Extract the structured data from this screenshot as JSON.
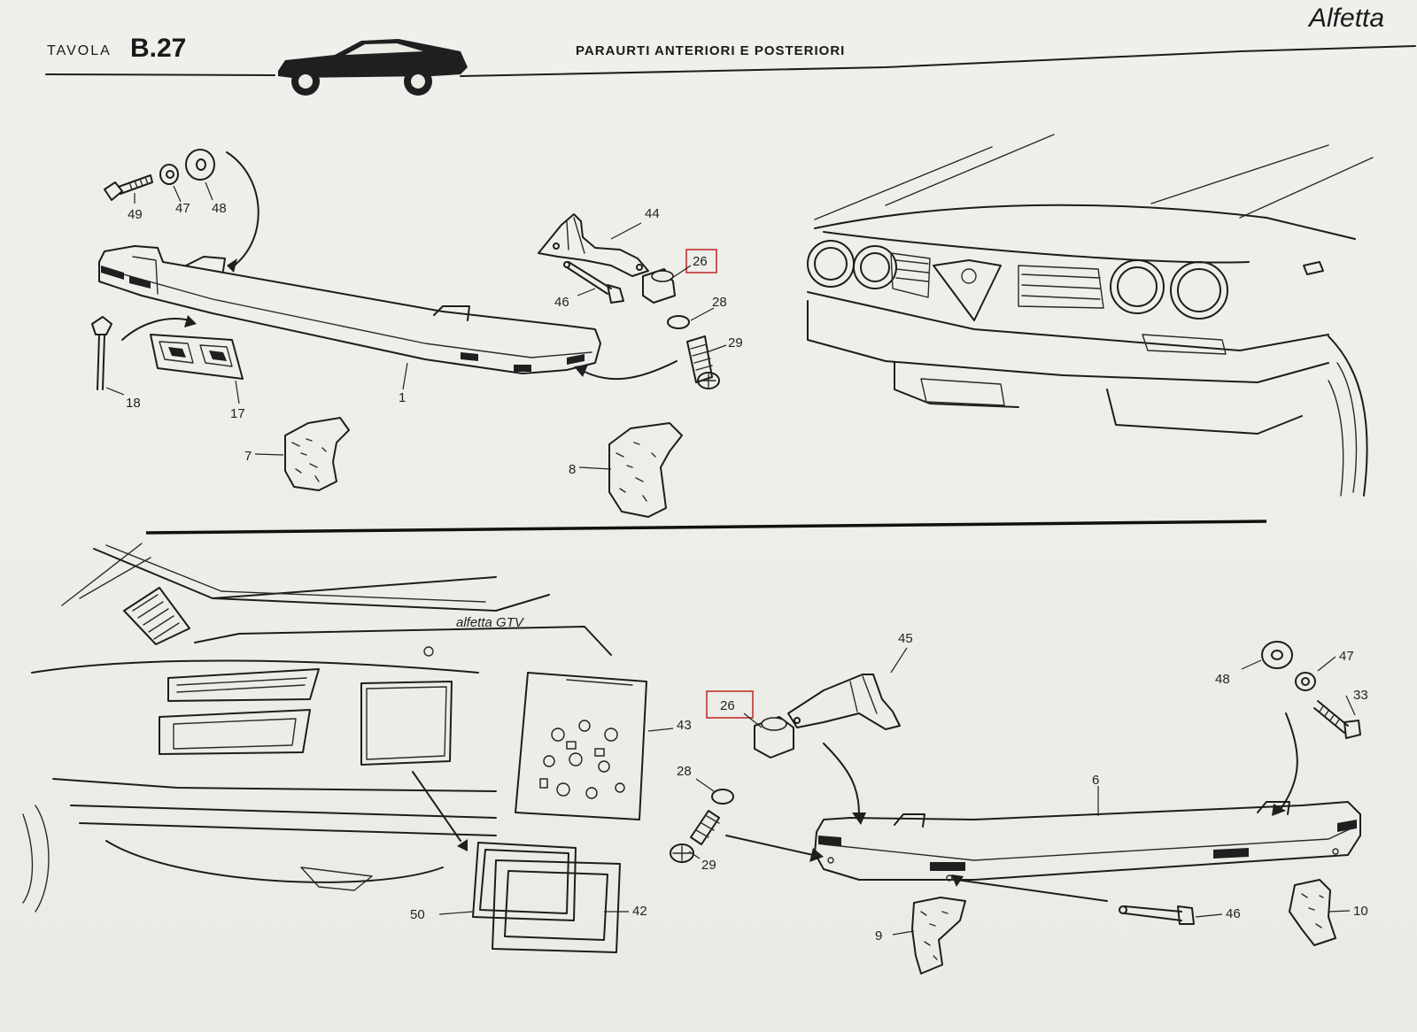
{
  "header": {
    "tavola_label": "TAVOLA",
    "plate_code": "B.27",
    "section_title": "PARAURTI ANTERIORI E POSTERIORI",
    "brand_script": "Alfetta"
  },
  "front_assembly": {
    "callouts": [
      "49",
      "47",
      "48",
      "44",
      "26",
      "46",
      "28",
      "29",
      "18",
      "17",
      "1",
      "7",
      "8"
    ],
    "highlighted": "26"
  },
  "rear_assembly": {
    "callouts": [
      "45",
      "48",
      "47",
      "33",
      "26",
      "43",
      "28",
      "6",
      "29",
      "50",
      "42",
      "46",
      "9",
      "10"
    ],
    "highlighted": "26"
  },
  "rear_badge_script": "alfetta GTV",
  "colors": {
    "ink": "#1d1d1d",
    "paper": "#eeeeea",
    "highlight": "#c0332b"
  }
}
